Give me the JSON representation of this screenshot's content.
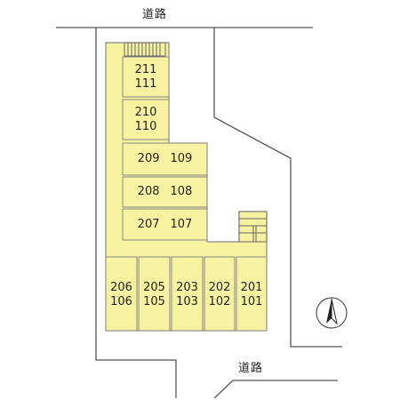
{
  "roads": {
    "top_label": "道路",
    "bottom_label": "道路"
  },
  "north_arrow": {
    "icon": "north-arrow-icon"
  },
  "colors": {
    "building_fill": "#f6f2a0",
    "outline": "#888888"
  },
  "units": {
    "u211_111": {
      "upper": "211",
      "lower": "111"
    },
    "u210_110": {
      "upper": "210",
      "lower": "110"
    },
    "u209_109": {
      "upper": "209",
      "lower": "109"
    },
    "u208_108": {
      "upper": "208",
      "lower": "108"
    },
    "u207_107": {
      "upper": "207",
      "lower": "107"
    },
    "u206_106": {
      "upper": "206",
      "lower": "106"
    },
    "u205_105": {
      "upper": "205",
      "lower": "105"
    },
    "u203_103": {
      "upper": "203",
      "lower": "103"
    },
    "u202_102": {
      "upper": "202",
      "lower": "102"
    },
    "u201_101": {
      "upper": "201",
      "lower": "101"
    }
  }
}
